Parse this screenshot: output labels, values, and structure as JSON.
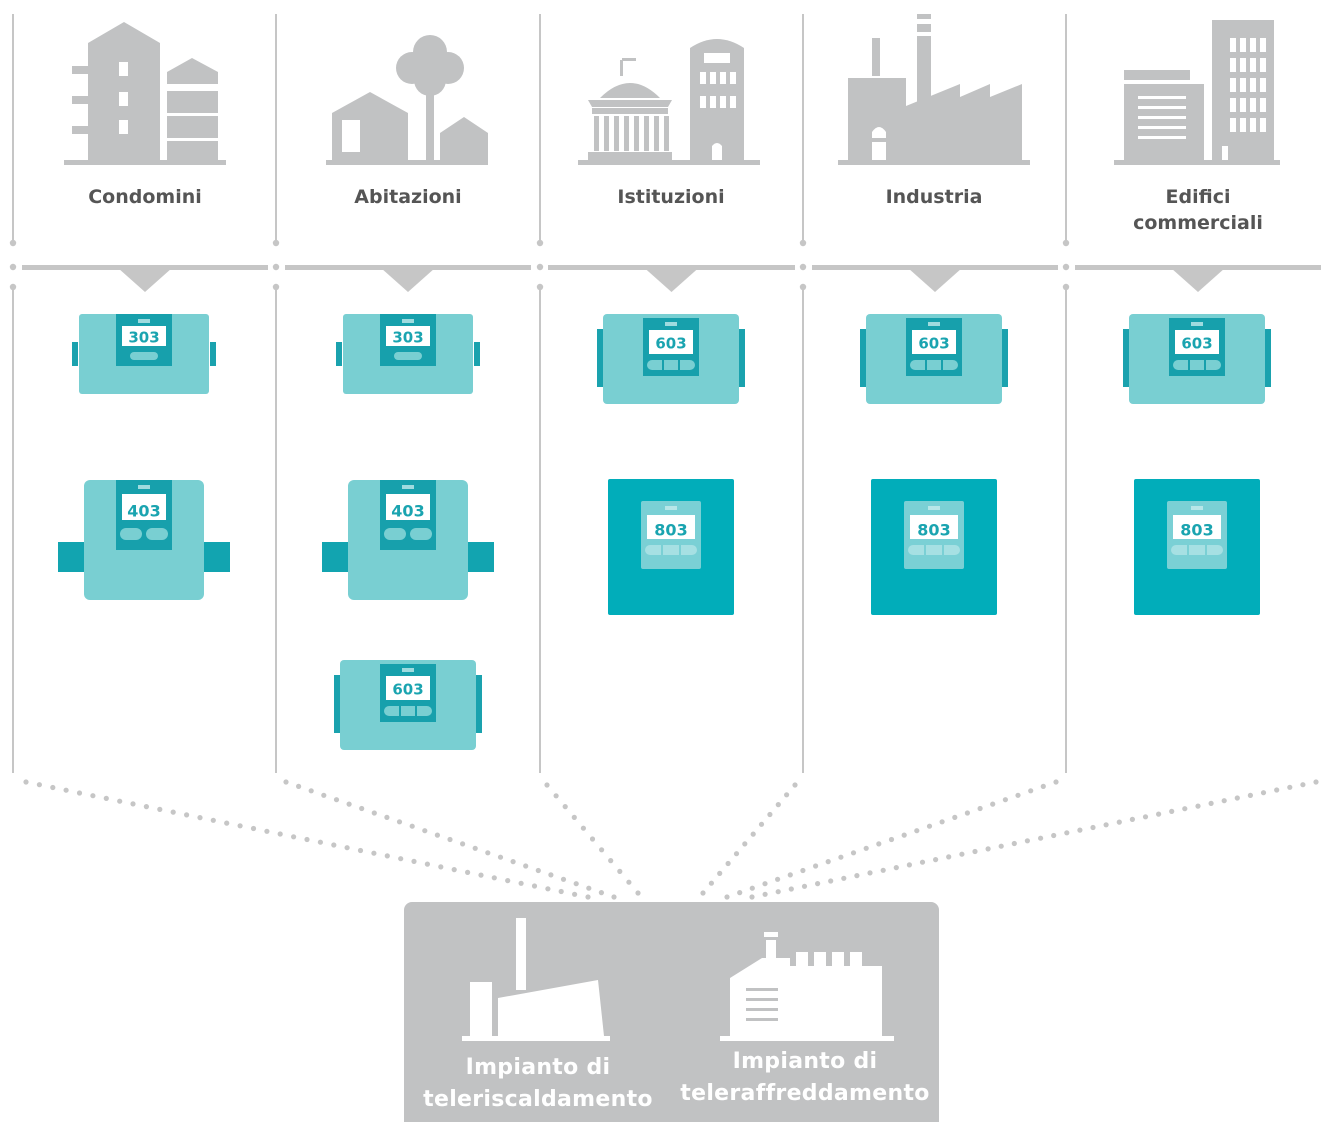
{
  "categories": [
    {
      "id": "condomini",
      "label": "Condomini",
      "meters": [
        "303",
        "403"
      ]
    },
    {
      "id": "abitazioni",
      "label": "Abitazioni",
      "meters": [
        "303",
        "403",
        "603"
      ]
    },
    {
      "id": "istituzioni",
      "label": "Istituzioni",
      "meters": [
        "603",
        "803"
      ]
    },
    {
      "id": "industria",
      "label": "Industria",
      "meters": [
        "603",
        "803"
      ]
    },
    {
      "id": "edifici-commerciali",
      "label": "Edifici\ncommerciali",
      "meters": [
        "603",
        "803"
      ]
    }
  ],
  "plants": [
    {
      "id": "heating",
      "label": "Impianto di\nteleriscaldamento",
      "icon": "factory-icon"
    },
    {
      "id": "cooling",
      "label": "Impianto di\nteleraffreddamento",
      "icon": "cooling-plant-icon"
    }
  ],
  "colors": {
    "grey": "#c1c2c3",
    "line": "#bfbfbf",
    "meter_light": "#79cfd2",
    "meter_dark": "#01adba",
    "meter_screen_frame": "#17a0ac",
    "text": "#555555",
    "white": "#ffffff"
  }
}
